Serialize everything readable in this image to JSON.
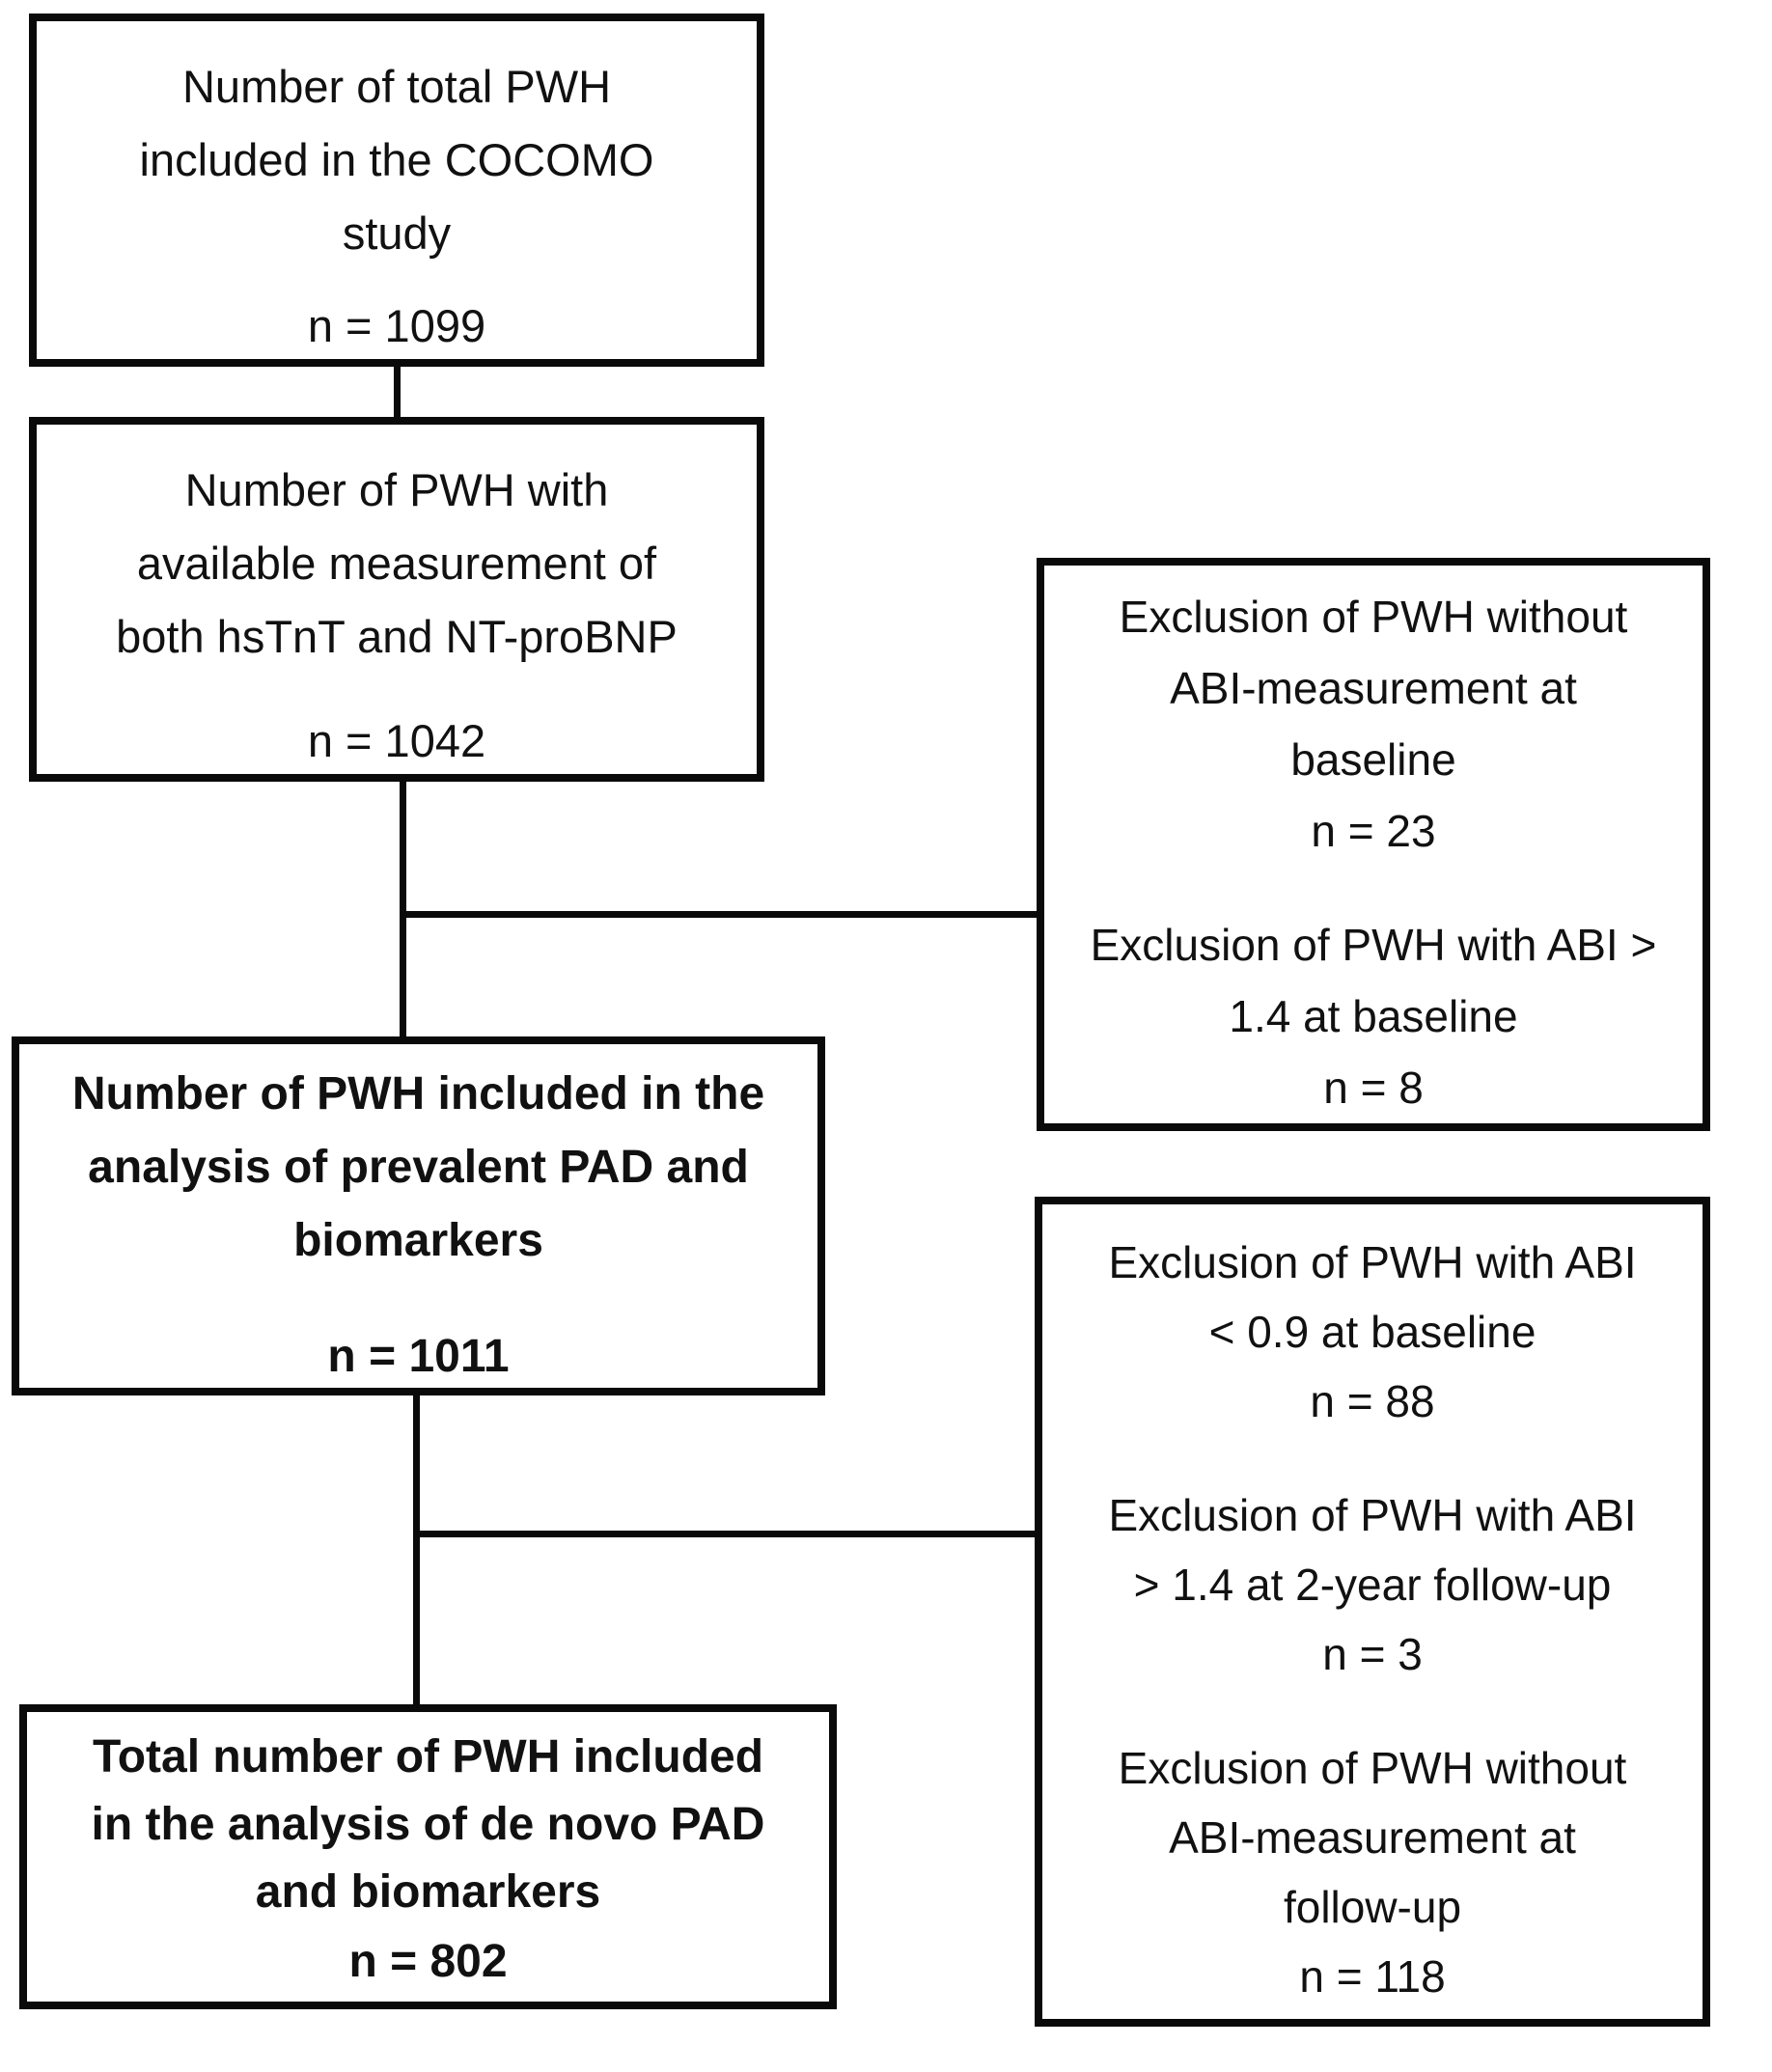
{
  "boxes": {
    "cocomo": {
      "lines": [
        "Number of total PWH",
        "included in the COCOMO",
        "study"
      ],
      "n": "n = 1099"
    },
    "biomarkers_available": {
      "lines": [
        "Number of PWH with",
        "available measurement of",
        "both hsTnT and NT-proBNP"
      ],
      "n": "n = 1042"
    },
    "prevalent_analysis": {
      "lines": [
        "Number of PWH included in the",
        "analysis of prevalent PAD and",
        "biomarkers"
      ],
      "n": "n = 1011"
    },
    "denovo_analysis": {
      "lines": [
        "Total number of PWH included",
        "in the analysis of de novo PAD",
        "and biomarkers"
      ],
      "n": "n = 802"
    },
    "exclusions_baseline": {
      "items": [
        {
          "lines": [
            "Exclusion of PWH without",
            "ABI-measurement at",
            "baseline"
          ],
          "n": "n = 23"
        },
        {
          "lines": [
            "Exclusion of PWH with ABI >",
            "1.4 at baseline"
          ],
          "n": "n = 8"
        }
      ]
    },
    "exclusions_followup": {
      "items": [
        {
          "lines": [
            "Exclusion of PWH with ABI",
            "< 0.9 at baseline"
          ],
          "n": "n = 88"
        },
        {
          "lines": [
            "Exclusion of PWH with ABI",
            "> 1.4 at 2-year follow-up"
          ],
          "n": "n = 3"
        },
        {
          "lines": [
            "Exclusion of PWH without",
            "ABI-measurement at",
            "follow-up"
          ],
          "n": "n = 118"
        }
      ]
    }
  },
  "colors": {
    "line": "#0a0a0a",
    "text": "#111111",
    "background": "#ffffff"
  }
}
